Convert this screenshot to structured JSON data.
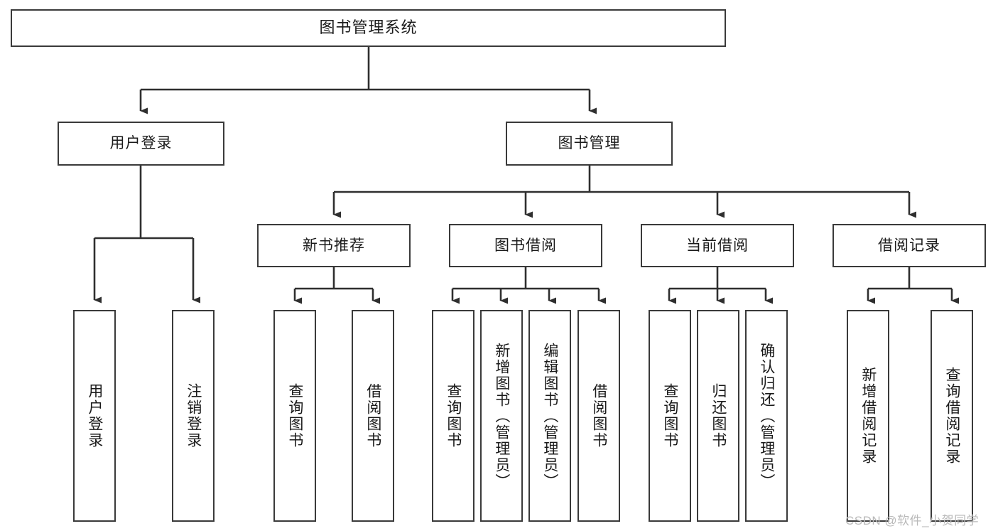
{
  "diagram": {
    "type": "tree-hierarchy-chart",
    "title": "图书管理系统",
    "stroke_color": "#3a3a3a",
    "fill_color": "#ffffff",
    "text_color": "#1a1a1a",
    "root": {
      "id": "root",
      "label": "图书管理系统"
    },
    "level2": [
      {
        "id": "user-login",
        "label": "用户登录"
      },
      {
        "id": "book-management",
        "label": "图书管理"
      }
    ],
    "level3": [
      {
        "id": "new-book-recommend",
        "label": "新书推荐",
        "parent": "book-management"
      },
      {
        "id": "book-borrow",
        "label": "图书借阅",
        "parent": "book-management"
      },
      {
        "id": "current-borrow",
        "label": "当前借阅",
        "parent": "book-management"
      },
      {
        "id": "borrow-record",
        "label": "借阅记录",
        "parent": "book-management"
      }
    ],
    "leaves": [
      {
        "id": "leaf-user-login",
        "label": "用户登录",
        "parent": "user-login"
      },
      {
        "id": "leaf-logout-login",
        "label": "注销登录",
        "parent": "user-login"
      },
      {
        "id": "leaf-query-book-1",
        "label": "查询图书",
        "parent": "new-book-recommend"
      },
      {
        "id": "leaf-borrow-book-1",
        "label": "借阅图书",
        "parent": "new-book-recommend"
      },
      {
        "id": "leaf-query-book-2",
        "label": "查询图书",
        "parent": "book-borrow"
      },
      {
        "id": "leaf-add-book",
        "label": "新增图书（管理员）",
        "parent": "book-borrow"
      },
      {
        "id": "leaf-edit-book",
        "label": "编辑图书（管理员）",
        "parent": "book-borrow"
      },
      {
        "id": "leaf-borrow-book-2",
        "label": "借阅图书",
        "parent": "book-borrow"
      },
      {
        "id": "leaf-query-book-3",
        "label": "查询图书",
        "parent": "current-borrow"
      },
      {
        "id": "leaf-return-book",
        "label": "归还图书",
        "parent": "current-borrow"
      },
      {
        "id": "leaf-confirm-return",
        "label": "确认归还（管理员）",
        "parent": "current-borrow"
      },
      {
        "id": "leaf-add-record",
        "label": "新增借阅记录",
        "parent": "borrow-record"
      },
      {
        "id": "leaf-query-record",
        "label": "查询借阅记录",
        "parent": "borrow-record"
      }
    ],
    "watermark": "CSDN @软件_小贺同学"
  }
}
